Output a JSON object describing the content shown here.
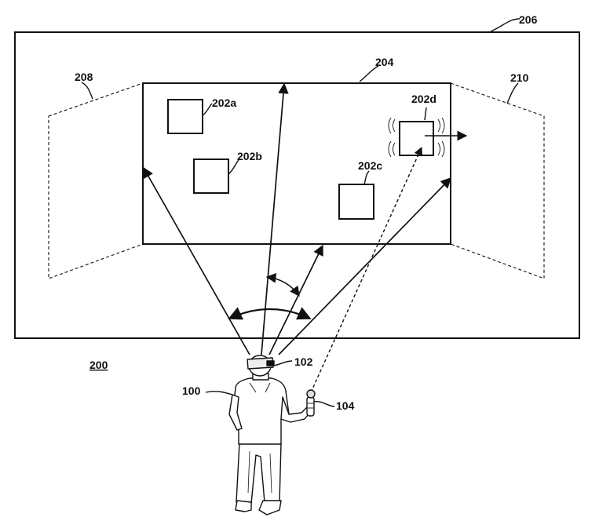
{
  "figure": {
    "ref_numerals": {
      "n100": "100",
      "n102": "102",
      "n104": "104",
      "n200": "200",
      "n202a": "202a",
      "n202b": "202b",
      "n202c": "202c",
      "n202d": "202d",
      "n204": "204",
      "n206": "206",
      "n208": "208",
      "n210": "210"
    },
    "colors": {
      "ink": "#111111",
      "background": "#ffffff"
    },
    "icons": {
      "user": "person-with-headset-icon",
      "controller": "handheld-controller-icon"
    }
  }
}
